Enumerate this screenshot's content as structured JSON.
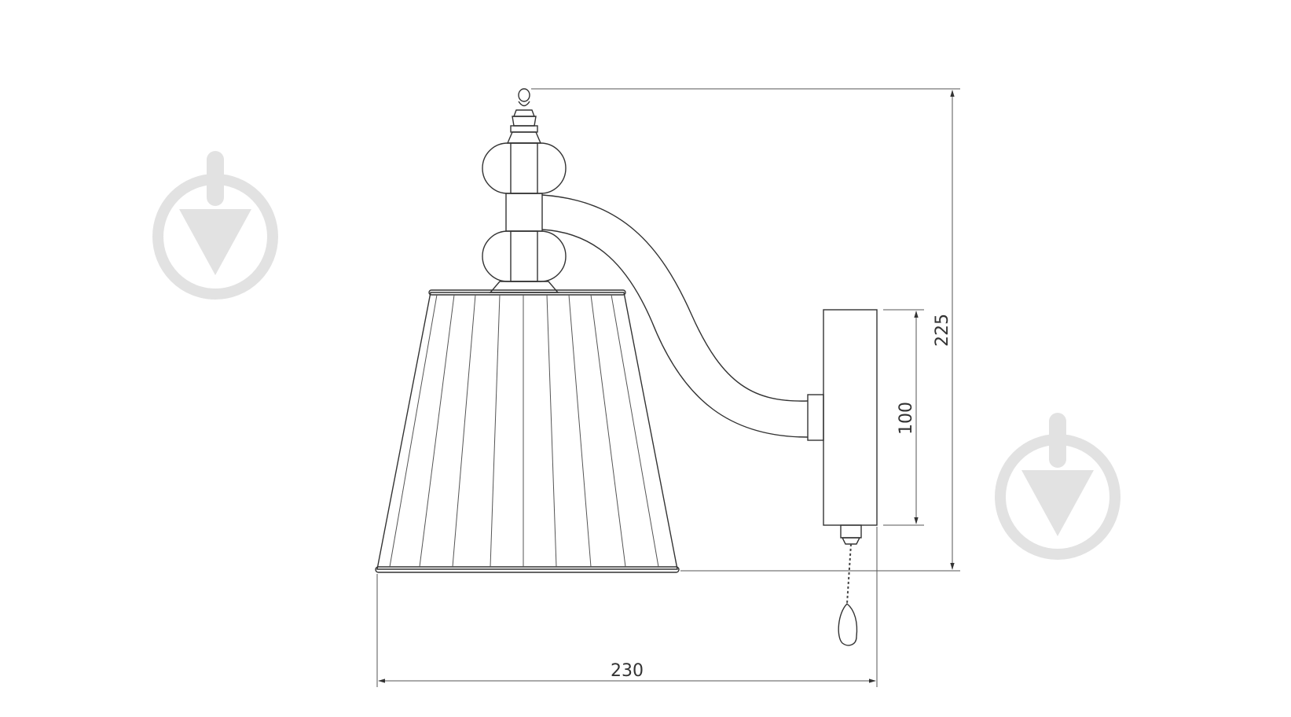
{
  "drawing": {
    "dimensions": {
      "width_label": "230",
      "height_label": "225",
      "backplate_label": "100"
    },
    "colors": {
      "line": "#333333",
      "watermark": "#e2e2e2",
      "background": "#ffffff"
    },
    "watermark_icon": "drop-arrow-logo"
  }
}
